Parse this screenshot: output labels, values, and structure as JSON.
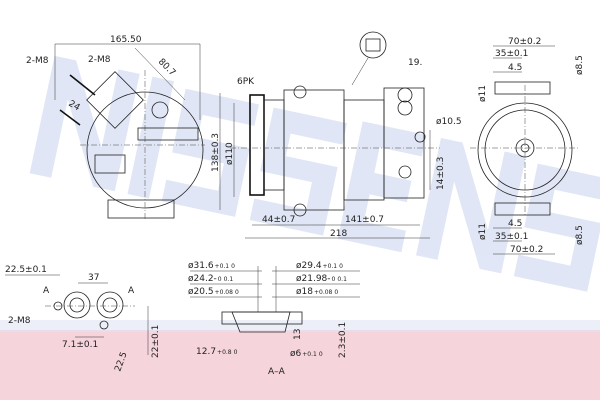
{
  "colors": {
    "watermark": "#c8d3ee",
    "band": "#f3c9d3",
    "line": "#222222"
  },
  "watermark": {
    "text": "NISSENS"
  },
  "left_view": {
    "width": "165.50",
    "diag": "80.7",
    "bolt1": "2-M8",
    "bolt2": "2-M8",
    "port": "24"
  },
  "side_view": {
    "belt": "6PK",
    "height": "138±0.3",
    "pulley": "ø110",
    "connector_offset": "19.",
    "hole": "ø10.5",
    "mount_offset": "14±0.3",
    "pulley_to_mount": "44±0.7",
    "mount_spacing": "141±0.7",
    "length": "218"
  },
  "rear_view": {
    "top_width": "70±0.2",
    "top_half": "35±0.1",
    "top_inner": "4.5",
    "top_hole": "ø11",
    "top_bore": "ø8.5",
    "bot_width": "70±0.2",
    "bot_half": "35±0.1",
    "bot_inner": "4.5",
    "bot_hole": "ø11",
    "bot_bore": "ø8.5"
  },
  "port_view": {
    "offset": "22.5±0.1",
    "spacing": "37",
    "section_left": "A",
    "section_right": "A",
    "bolt": "2-M8",
    "bolt_offset": "7.1±0.1",
    "angle_dim": "22.5",
    "height": "22±0.1"
  },
  "section_view": {
    "title": "A–A",
    "d1": {
      "text": "ø31.6",
      "up": "+0.1",
      "low": "0"
    },
    "d2": {
      "text": "ø24.2-",
      "up": "0",
      "low": "0.1"
    },
    "d3": {
      "text": "ø20.5",
      "up": "+0.08",
      "low": "0"
    },
    "d4": {
      "text": "ø29.4",
      "up": "+0.1",
      "low": "0"
    },
    "d5": {
      "text": "ø21.98-",
      "up": "0",
      "low": "0.1"
    },
    "d6": {
      "text": "ø18",
      "up": "+0.08",
      "low": "0"
    },
    "d7": {
      "text": "12.7",
      "up": "+0.8",
      "low": "0"
    },
    "d8": {
      "text": "13"
    },
    "d9": {
      "text": "ø6",
      "up": "+0.1",
      "low": "0"
    },
    "d10": {
      "text": "2.3±0.1"
    }
  }
}
